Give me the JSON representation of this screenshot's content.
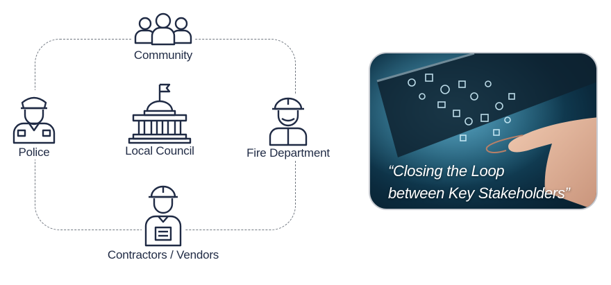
{
  "nodes": {
    "community": {
      "label": "Community"
    },
    "council": {
      "label": "Local Council"
    },
    "police": {
      "label": "Police"
    },
    "fire": {
      "label": "Fire Department"
    },
    "vendors": {
      "label": "Contractors / Vendors"
    }
  },
  "photo": {
    "caption_line1": "“Closing the Loop",
    "caption_line2": "between Key Stakeholders”"
  },
  "colors": {
    "icon_stroke": "#1f2a44",
    "loop_dash": "#707780",
    "caption_text": "#ffffff"
  }
}
